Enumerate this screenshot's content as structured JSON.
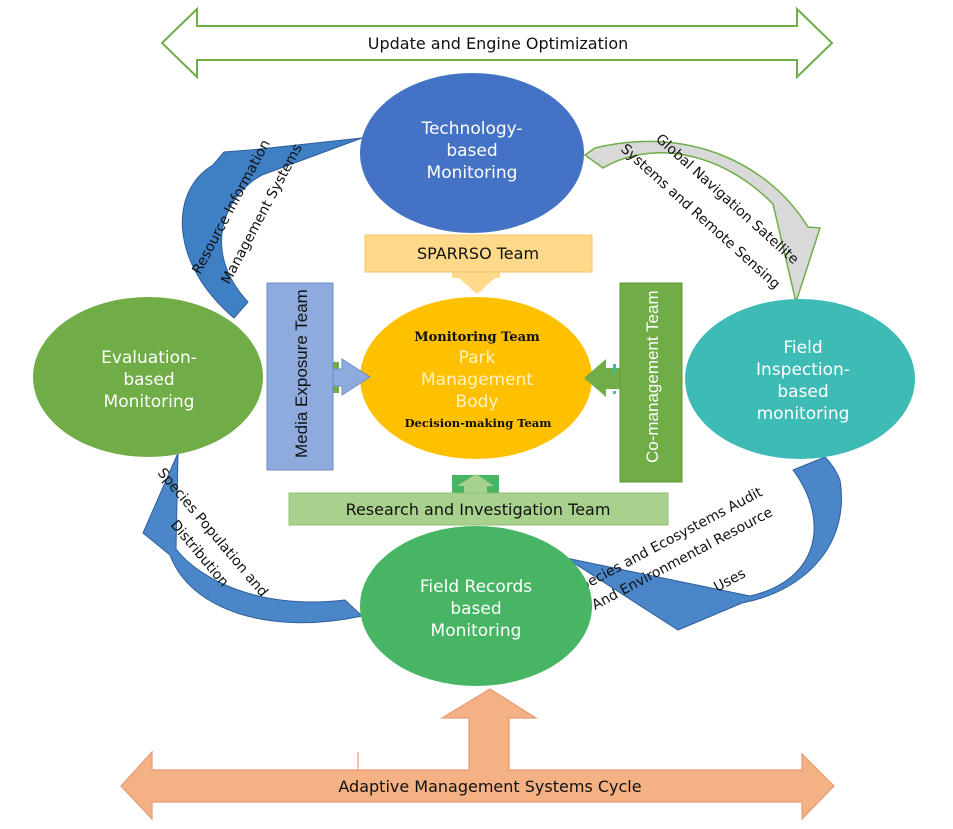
{
  "diagram": {
    "top_arrow": {
      "label": "Update and Engine Optimization",
      "stroke": "#70ad47",
      "fill": "#ffffff"
    },
    "bottom_arrow": {
      "label": "Adaptive Management Systems Cycle",
      "fill": "#f4b183",
      "stroke": "#e9967a"
    },
    "nodes": {
      "technology": {
        "lines": [
          "Technology-",
          "based",
          "Monitoring"
        ],
        "fill": "#4472c4"
      },
      "evaluation": {
        "lines": [
          "Evaluation-",
          "based",
          "Monitoring"
        ],
        "fill": "#70ad47"
      },
      "field_inspection": {
        "lines": [
          "Field",
          "Inspection-",
          "based",
          "monitoring"
        ],
        "fill": "#3fbbb6"
      },
      "field_records": {
        "lines": [
          "Field Records",
          "based",
          "Monitoring"
        ],
        "fill": "#47b564"
      },
      "center": {
        "top_label": "Monitoring Team",
        "lines": [
          "Park",
          "Management",
          "Body"
        ],
        "bottom_label": "Decision-making Team",
        "fill": "#ffc000"
      }
    },
    "teams": {
      "sparrso": {
        "label": "SPARRSO Team",
        "fill": "#ffd98a"
      },
      "media": {
        "label": "Media Exposure Team",
        "fill": "#8faadc"
      },
      "co_management": {
        "label": "Co-management Team",
        "fill": "#70ad47"
      },
      "research": {
        "label": "Research and Investigation Team",
        "fill": "#a9d18e"
      }
    },
    "connectors": {
      "resource_info": {
        "lines": [
          "Resource Information",
          "Management Systems"
        ],
        "fill": "#3f7fc4"
      },
      "gnss": {
        "lines": [
          "Global Navigation Satellite",
          "Systems and Remote Sensing"
        ],
        "fill": "#d9d9d9",
        "stroke": "#70ad47"
      },
      "species_population": {
        "lines": [
          "Species Population  and",
          "Distribution"
        ],
        "fill": "#4a86c8"
      },
      "species_ecosystems": {
        "lines": [
          "Species and Ecosystems Audit",
          "And Environmental Resource",
          "Uses"
        ],
        "fill": "#4a86c8"
      }
    }
  }
}
